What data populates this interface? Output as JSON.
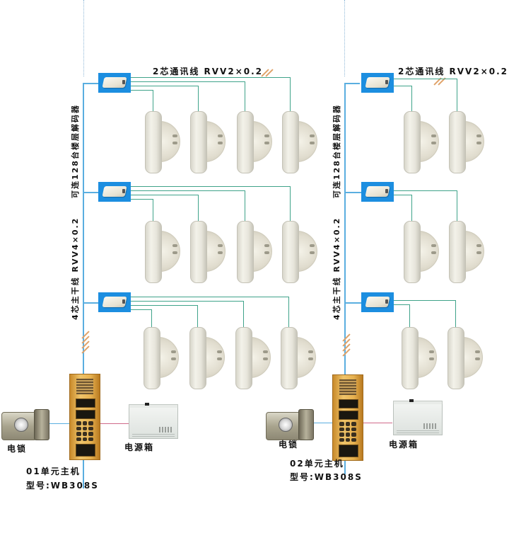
{
  "diagram": {
    "type": "building intercom wiring diagram",
    "colors": {
      "trunk_line": "#5aaee0",
      "branch_line": "#3fa38a",
      "decoder_background": "#1c8ee0",
      "lock_power_line": "#d06a8a",
      "hatch_mark": "#e0a36a",
      "divider_dotted": "#8fb8d8"
    },
    "units": [
      {
        "id": "unit-01",
        "branch_cable_label": "2芯通讯线  RVV2×0.2",
        "trunk_label_decoder": "可连128台楼层解码器",
        "trunk_label_cable": "4芯主干线  RVV4×0.2",
        "floors": [
          {
            "decoder": "floor-decoder",
            "handsets": 4
          },
          {
            "decoder": "floor-decoder",
            "handsets": 4
          },
          {
            "decoder": "floor-decoder",
            "handsets": 4
          }
        ],
        "lock_label": "电锁",
        "power_label": "电源箱",
        "station_name": "01单元主机",
        "station_model": "型号:WB308S"
      },
      {
        "id": "unit-02",
        "branch_cable_label": "2芯通讯线  RVV2×0.2",
        "trunk_label_decoder": "可连128台楼层解码器",
        "trunk_label_cable": "4芯主干线  RVV4×0.2",
        "floors": [
          {
            "decoder": "floor-decoder",
            "handsets": 2
          },
          {
            "decoder": "floor-decoder",
            "handsets": 2
          },
          {
            "decoder": "floor-decoder",
            "handsets": 2
          }
        ],
        "lock_label": "电锁",
        "power_label": "电源箱",
        "station_name": "02单元主机",
        "station_model": "型号:WB308S"
      }
    ]
  }
}
